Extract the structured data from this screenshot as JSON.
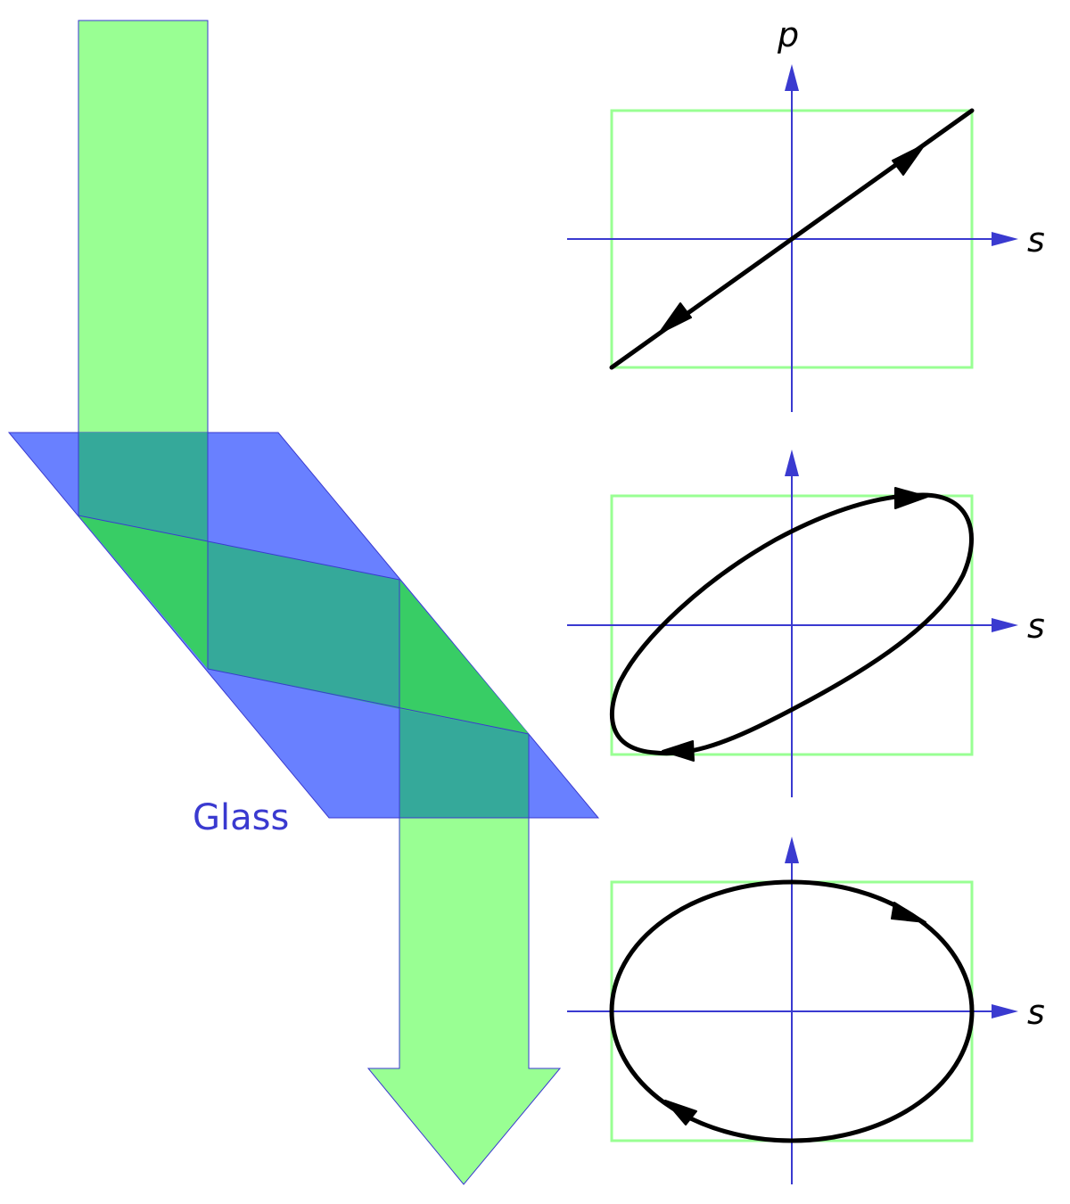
{
  "glass": {
    "label": "Glass"
  },
  "diagrams": [
    {
      "id": "linear",
      "vertical_axis_label": "p",
      "horizontal_axis_label": "s",
      "polarization": "linear"
    },
    {
      "id": "elliptical",
      "vertical_axis_label": "",
      "horizontal_axis_label": "s",
      "polarization": "elliptical"
    },
    {
      "id": "circular",
      "vertical_axis_label": "",
      "horizontal_axis_label": "s",
      "polarization": "circular"
    }
  ],
  "colors": {
    "beam": "#99ff93",
    "glass": "#6980ff",
    "beam_in_glass": "#35a99a",
    "internal_reflection": "#38cd65",
    "axis": "#3a3ad0",
    "frame": "#99ff93",
    "curve": "#000000",
    "glass_label": "#3a3ad0"
  }
}
